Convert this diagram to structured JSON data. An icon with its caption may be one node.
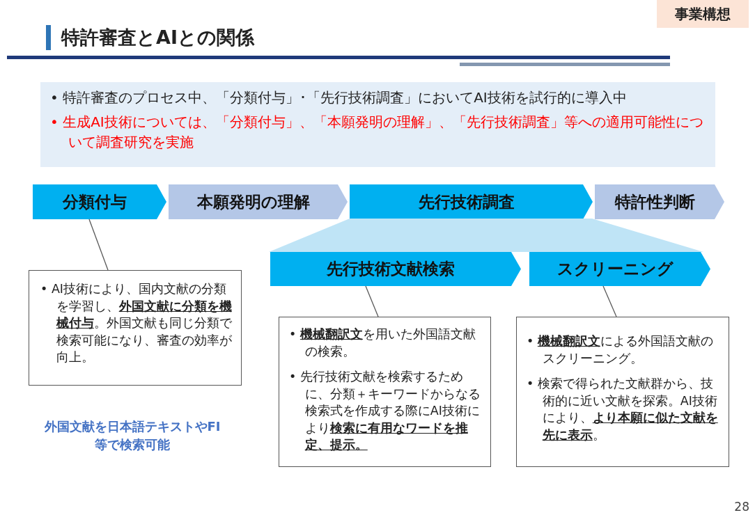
{
  "diagram": {
    "title": "特許審査とAIとの関係",
    "nodes": [
      {
        "text": [
          "事業構想"
        ]
      },
      {
        "text": [
          "• 特許審査のプロセス中、「分類付与」･「先行技術調査」においてAI技術を試行的に導入中",
          "• 生成AI技術については、「分類付与」、「本願発明の理解」、「先行技術調査」等への適用可能性について調査研究を実施"
        ]
      },
      {
        "text": [
          "分類付与"
        ]
      },
      {
        "text": [
          "本願発明の理解"
        ]
      },
      {
        "text": [
          "先行技術調査"
        ]
      },
      {
        "text": [
          "特許性判断"
        ]
      },
      {
        "text": [],
        "shape": "trapezoid"
      },
      {
        "text": [
          "先行技術文献検索"
        ]
      },
      {
        "text": [
          "スクリーニング"
        ]
      },
      {
        "text": [
          "• AI技術により、国内文献の分類を学習し、**外国文献に分類を機械付与**。外国文献も同じ分類で検索可能になり、審査の効率が向上。"
        ]
      },
      {
        "text": [
          "• **機械翻訳文**を用いた外国語文献の検索。",
          "• 先行技術文献を検索するために、分類＋キーワードからなる検索式を作成する際にAI技術により**検索に有用なワードを推定、提示。**"
        ]
      },
      {
        "text": [
          "• **機械翻訳文**による外国語文献のスクリーニング。",
          "• 検索で得られた文献群から、技術的に近い文献を探索。AI技術により、**より本願に似た文献を先に表示**。"
        ]
      }
    ],
    "edges": [
      {
        "from": 2,
        "to": 9,
        "arrow": "none"
      },
      {
        "from": 7,
        "to": 10,
        "arrow": "none"
      },
      {
        "from": 8,
        "to": 11,
        "arrow": "none"
      }
    ],
    "labels": [
      "外国文献を日本語テキストやFI等で検索可能",
      "28"
    ]
  }
}
